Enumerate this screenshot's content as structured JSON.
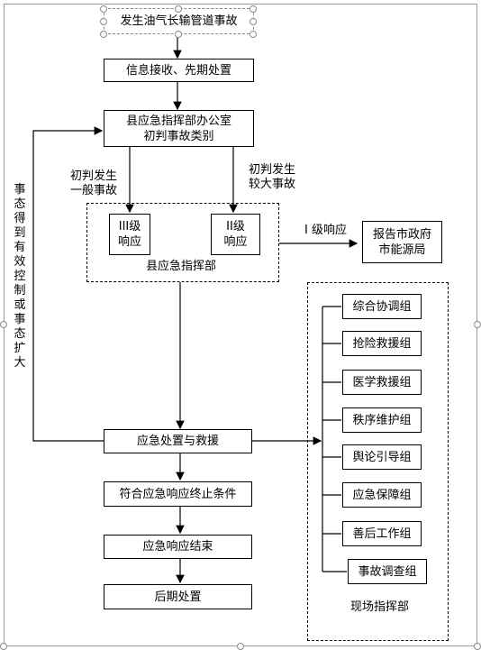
{
  "flow": {
    "start": "发生油气长输管道事故",
    "receive": "信息接收、先期处置",
    "county_office": "县应急指挥部办公室\n初判事故类别",
    "branch_general": "初判发生\n一般事故",
    "branch_major": "初判发生\n较大事故",
    "level3": "III级\n响应",
    "level2": "II级\n响应",
    "county_command": "县应急指挥部",
    "level1_label": "I 级响应",
    "report": "报告市政府\n市能源局",
    "feedback": "事态得到有效控制或事态扩大",
    "handling": "应急处置与救援",
    "end_condition": "符合应急响应终止条件",
    "end": "应急响应结束",
    "after": "后期处置"
  },
  "onsite": {
    "title": "现场指挥部",
    "groups": [
      "综合协调组",
      "抢险救援组",
      "医学救援组",
      "秩序维护组",
      "舆论引导组",
      "应急保障组",
      "善后工作组",
      "事故调查组"
    ]
  }
}
